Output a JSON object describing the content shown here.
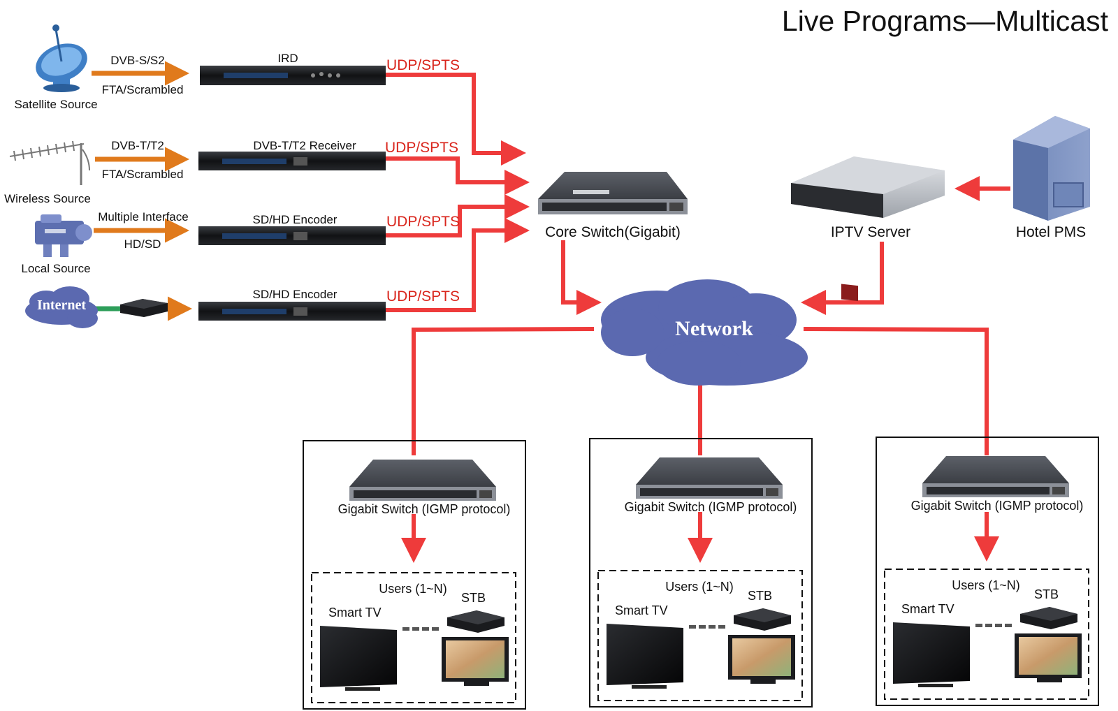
{
  "title": "Live Programs—Multicast",
  "sources": {
    "satellite": {
      "label": "Satellite Source",
      "signal_top": "DVB-S/S2",
      "signal_bottom": "FTA/Scrambled",
      "device": "IRD",
      "output": "UDP/SPTS"
    },
    "wireless": {
      "label": "Wireless Source",
      "signal_top": "DVB-T/T2",
      "signal_bottom": "FTA/Scrambled",
      "device": "DVB-T/T2 Receiver",
      "output": "UDP/SPTS"
    },
    "local": {
      "label": "Local Source",
      "signal_top": "Multiple Interface",
      "signal_bottom": "HD/SD",
      "device": "SD/HD Encoder",
      "output": "UDP/SPTS"
    },
    "internet": {
      "label": "Internet",
      "device": "SD/HD Encoder",
      "output": "UDP/SPTS"
    }
  },
  "core_switch": {
    "label": "Core Switch(Gigabit)"
  },
  "iptv_server": {
    "label": "IPTV Server"
  },
  "hotel_pms": {
    "label": "Hotel PMS"
  },
  "network": {
    "label": "Network"
  },
  "branches": [
    {
      "switch_label": "Gigabit Switch (IGMP protocol)",
      "users_label": "Users (1~N)",
      "tv_label": "Smart TV",
      "stb_label": "STB"
    },
    {
      "switch_label": "Gigabit Switch (IGMP protocol)",
      "users_label": "Users (1~N)",
      "tv_label": "Smart TV",
      "stb_label": "STB"
    },
    {
      "switch_label": "Gigabit Switch (IGMP protocol)",
      "users_label": "Users (1~N)",
      "tv_label": "Smart TV",
      "stb_label": "STB"
    }
  ],
  "colors": {
    "red_link": "#ee3b3b",
    "orange_arrow": "#e07a1c",
    "green_link": "#2e9e5a",
    "cloud": "#5b69b0",
    "udp_text": "#d9251c"
  }
}
